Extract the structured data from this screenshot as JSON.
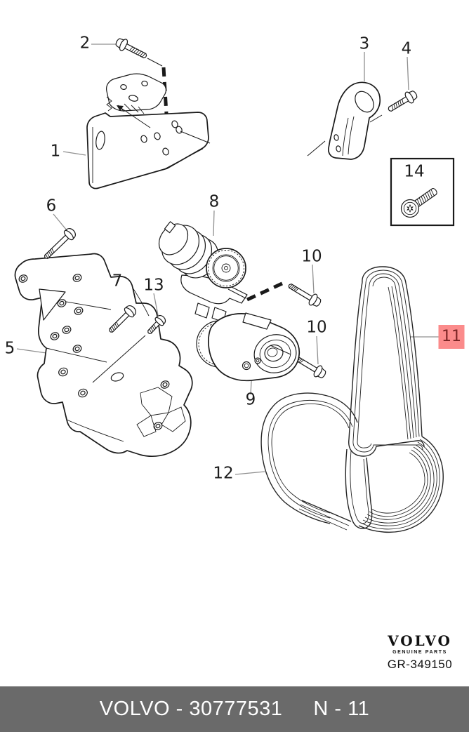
{
  "colors": {
    "line_color": "#1a1a1a",
    "leader_color": "#909090",
    "highlight_bg": "#fb8b8b",
    "highlight_text": "#7a2424",
    "footer_bg": "#6a6a6a",
    "footer_text": "#ffffff",
    "belt_color": "#242424"
  },
  "diagram": {
    "type": "exploded-parts-diagram",
    "subject": "Volvo auxiliary belt drive, tensioner and brackets",
    "callouts": [
      {
        "ref": "1",
        "label": "1",
        "highlighted": false
      },
      {
        "ref": "2",
        "label": "2",
        "highlighted": false
      },
      {
        "ref": "3",
        "label": "3",
        "highlighted": false
      },
      {
        "ref": "4",
        "label": "4",
        "highlighted": false
      },
      {
        "ref": "5",
        "label": "5",
        "highlighted": false
      },
      {
        "ref": "6",
        "label": "6",
        "highlighted": false
      },
      {
        "ref": "7",
        "label": "7",
        "highlighted": false
      },
      {
        "ref": "8",
        "label": "8",
        "highlighted": false
      },
      {
        "ref": "9",
        "label": "9",
        "highlighted": false
      },
      {
        "ref": "10a",
        "label": "10",
        "highlighted": false
      },
      {
        "ref": "10b",
        "label": "10",
        "highlighted": false
      },
      {
        "ref": "11",
        "label": "11",
        "highlighted": true
      },
      {
        "ref": "12",
        "label": "12",
        "highlighted": false
      },
      {
        "ref": "13",
        "label": "13",
        "highlighted": false
      },
      {
        "ref": "14",
        "label": "14",
        "highlighted": false
      }
    ]
  },
  "branding": {
    "logo": "VOLVO",
    "tagline": "GENUINE PARTS",
    "reference": "GR-349150"
  },
  "footer": {
    "part_label": "VOLVO - 30777531",
    "page_label": "N - 11"
  }
}
